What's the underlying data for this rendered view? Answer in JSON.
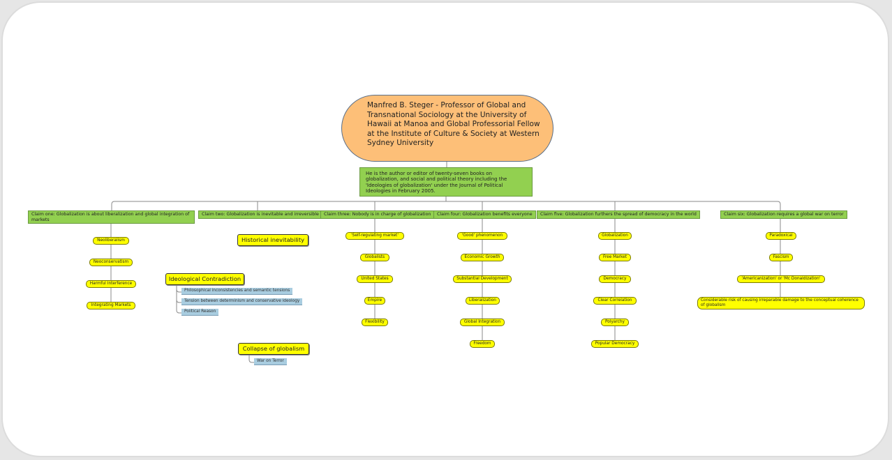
{
  "root": {
    "text": "Manfred B. Steger - Professor of Global and Transnational Sociology at the University of Hawaii at Manoa and Global Professorial Fellow at the Institute of Culture & Society at Western Sydney University"
  },
  "description": {
    "text": "He is the author or editor of twenty-seven books on globalization, and social and political theory including the 'Ideologies of globalization' under the Journal of Political Ideologies in February 2005."
  },
  "claims": [
    {
      "title": "Claim one: Globalization is about liberalization and global integration of markets",
      "items": [
        "Neoliberalism",
        "Neoconservatism",
        "Harmful Interference",
        "Integrating Markets"
      ]
    },
    {
      "title": "Claim two: Globalization is inevitable and irreversible",
      "topics": [
        {
          "label": "Historical inevitability",
          "subs": []
        },
        {
          "label": "Ideological Contradiction",
          "subs": [
            "Philosophical inconsistencies and semantic tensions",
            "Tension between determinism and conservative ideology",
            "Political Reason"
          ]
        },
        {
          "label": "Collapse of globalism",
          "subs": [
            "War on Terror"
          ]
        }
      ]
    },
    {
      "title": "Claim three: Nobody is in charge of globalization",
      "items": [
        "'Self-regulating market'",
        "Globalists",
        "United States",
        "Empire",
        "Flexibility"
      ]
    },
    {
      "title": "Claim four: Globalization benefits everyone",
      "items": [
        "'Good' phenomenon",
        "Economic Growth",
        "Substantial Development",
        "Liberalization",
        "Global Integration",
        "Freedom"
      ]
    },
    {
      "title": "Claim five: Globalization furthers the spread of democracy in the world",
      "items": [
        "Globalization",
        "Free Market",
        "Democracy",
        "Clear Correlation",
        "Polyarchy",
        "Popular Democracy"
      ]
    },
    {
      "title": "Claim six: Globalization requires a global war on terror",
      "items": [
        "Paradoxical",
        "Fascism",
        "'Americanization' or 'Mc Donaldization'",
        "Considerable risk of causing irreparable damage to the conceptual coherence of globalism"
      ]
    }
  ],
  "colors": {
    "root_fill": "#fdbf78",
    "claim_fill": "#92d050",
    "item_fill": "#ffff00",
    "sub_fill": "#a9cde0"
  }
}
